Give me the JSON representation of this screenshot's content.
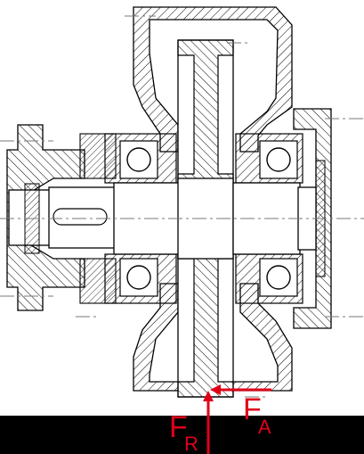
{
  "labels": {
    "radial_force": {
      "main": "F",
      "sub": "R"
    },
    "axial_force": {
      "main": "F",
      "sub": "A"
    }
  },
  "colors": {
    "line": "#000000",
    "hatch": "#000000",
    "centerline": "#7a7a7a",
    "force": "#e0001a",
    "band": "#000000",
    "background": "#ffffff"
  }
}
